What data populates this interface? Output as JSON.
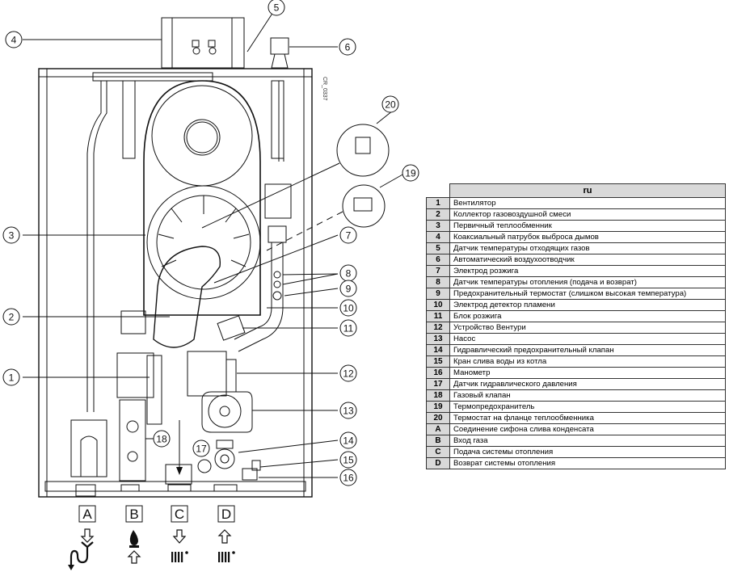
{
  "legend": {
    "header": "ru",
    "rows": [
      {
        "key": "1",
        "label": "Вентилятор"
      },
      {
        "key": "2",
        "label": "Коллектор газовоздушной смеси"
      },
      {
        "key": "3",
        "label": "Первичный теплообменник"
      },
      {
        "key": "4",
        "label": "Коаксиальный патрубок выброса дымов"
      },
      {
        "key": "5",
        "label": "Датчик температуры отходящих газов"
      },
      {
        "key": "6",
        "label": "Автоматический воздухоотводчик"
      },
      {
        "key": "7",
        "label": "Электрод розжига"
      },
      {
        "key": "8",
        "label": "Датчик температуры отопления (подача и возврат)"
      },
      {
        "key": "9",
        "label": "Предохранительный термостат (слишком высокая температура)"
      },
      {
        "key": "10",
        "label": "Электрод детектор пламени"
      },
      {
        "key": "11",
        "label": "Блок розжига"
      },
      {
        "key": "12",
        "label": "Устройство Вентури"
      },
      {
        "key": "13",
        "label": "Насос"
      },
      {
        "key": "14",
        "label": "Гидравлический предохранительный клапан"
      },
      {
        "key": "15",
        "label": "Кран слива воды из котла"
      },
      {
        "key": "16",
        "label": "Манометр"
      },
      {
        "key": "17",
        "label": "Датчик гидравлического давления"
      },
      {
        "key": "18",
        "label": "Газовый клапан"
      },
      {
        "key": "19",
        "label": "Термопредохранитель"
      },
      {
        "key": "20",
        "label": "Термостат на фланце теплообменника"
      },
      {
        "key": "A",
        "label": "Соединение сифона слива конденсата"
      },
      {
        "key": "B",
        "label": "Вход газа"
      },
      {
        "key": "C",
        "label": "Подача системы отопления"
      },
      {
        "key": "D",
        "label": "Возврат системы отопления"
      }
    ]
  },
  "diagram": {
    "drawing_code": "CR_0337",
    "callouts": [
      "1",
      "2",
      "3",
      "4",
      "5",
      "6",
      "7",
      "8",
      "9",
      "10",
      "11",
      "12",
      "13",
      "14",
      "15",
      "16",
      "17",
      "18",
      "19",
      "20"
    ],
    "ports": [
      {
        "label": "A",
        "icons": [
          "arrow-down-icon",
          "condensate-siphon-icon"
        ]
      },
      {
        "label": "B",
        "icons": [
          "gas-flame-icon",
          "arrow-up-icon"
        ]
      },
      {
        "label": "C",
        "icons": [
          "arrow-down-icon",
          "radiator-icon"
        ]
      },
      {
        "label": "D",
        "icons": [
          "arrow-up-icon",
          "radiator-icon"
        ]
      }
    ]
  }
}
